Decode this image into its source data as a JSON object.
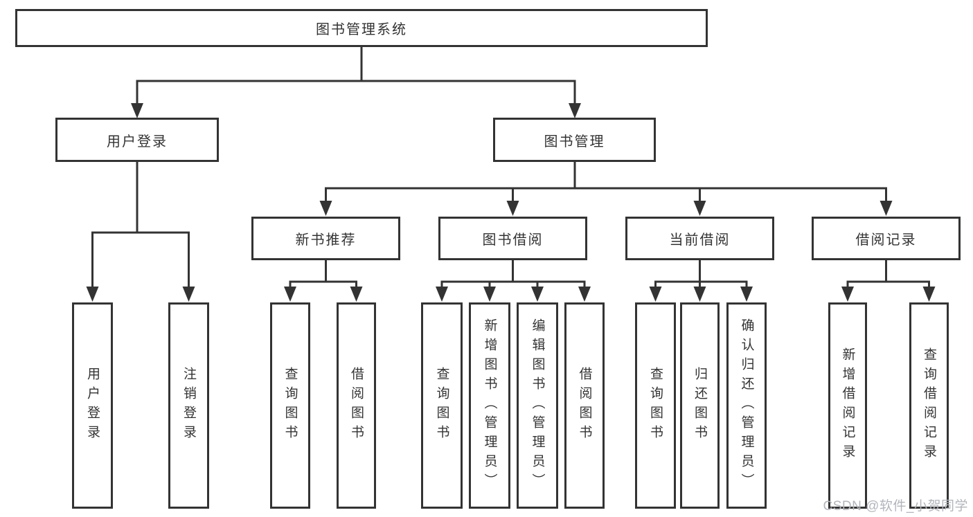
{
  "diagram_title": "图书管理系统",
  "tree": {
    "root": {
      "label": "图书管理系统"
    },
    "level2": [
      {
        "id": "user-login",
        "label": "用户登录",
        "children": [
          {
            "id": "user-login-leaf",
            "label": "用户登录"
          },
          {
            "id": "logout-leaf",
            "label": "注销登录"
          }
        ]
      },
      {
        "id": "book-management",
        "label": "图书管理",
        "children": [
          {
            "id": "new-book-recommend",
            "label": "新书推荐",
            "children": [
              {
                "id": "query-books",
                "label": "查询图书"
              },
              {
                "id": "borrow-books",
                "label": "借阅图书"
              }
            ]
          },
          {
            "id": "book-borrowing",
            "label": "图书借阅",
            "children": [
              {
                "id": "query-books",
                "label": "查询图书"
              },
              {
                "id": "add-books-admin",
                "label": "新增图书（管理员）"
              },
              {
                "id": "edit-books-admin",
                "label": "编辑图书（管理员）"
              },
              {
                "id": "borrow-books",
                "label": "借阅图书"
              }
            ]
          },
          {
            "id": "current-borrowing",
            "label": "当前借阅",
            "children": [
              {
                "id": "query-books",
                "label": "查询图书"
              },
              {
                "id": "return-books",
                "label": "归还图书"
              },
              {
                "id": "confirm-return-admin",
                "label": "确认归还（管理员）"
              }
            ]
          },
          {
            "id": "borrowing-records",
            "label": "借阅记录",
            "children": [
              {
                "id": "add-borrow-record",
                "label": "新增借阅记录"
              },
              {
                "id": "query-borrow-record",
                "label": "查询借阅记录"
              }
            ]
          }
        ]
      }
    ]
  },
  "watermark": {
    "text": "CSDN @软件_小贺同学"
  },
  "colors": {
    "line": "#333333",
    "text": "#333333",
    "box_background": "#ffffff",
    "page_background": "#ffffff",
    "watermark": "#b2b5bb"
  }
}
